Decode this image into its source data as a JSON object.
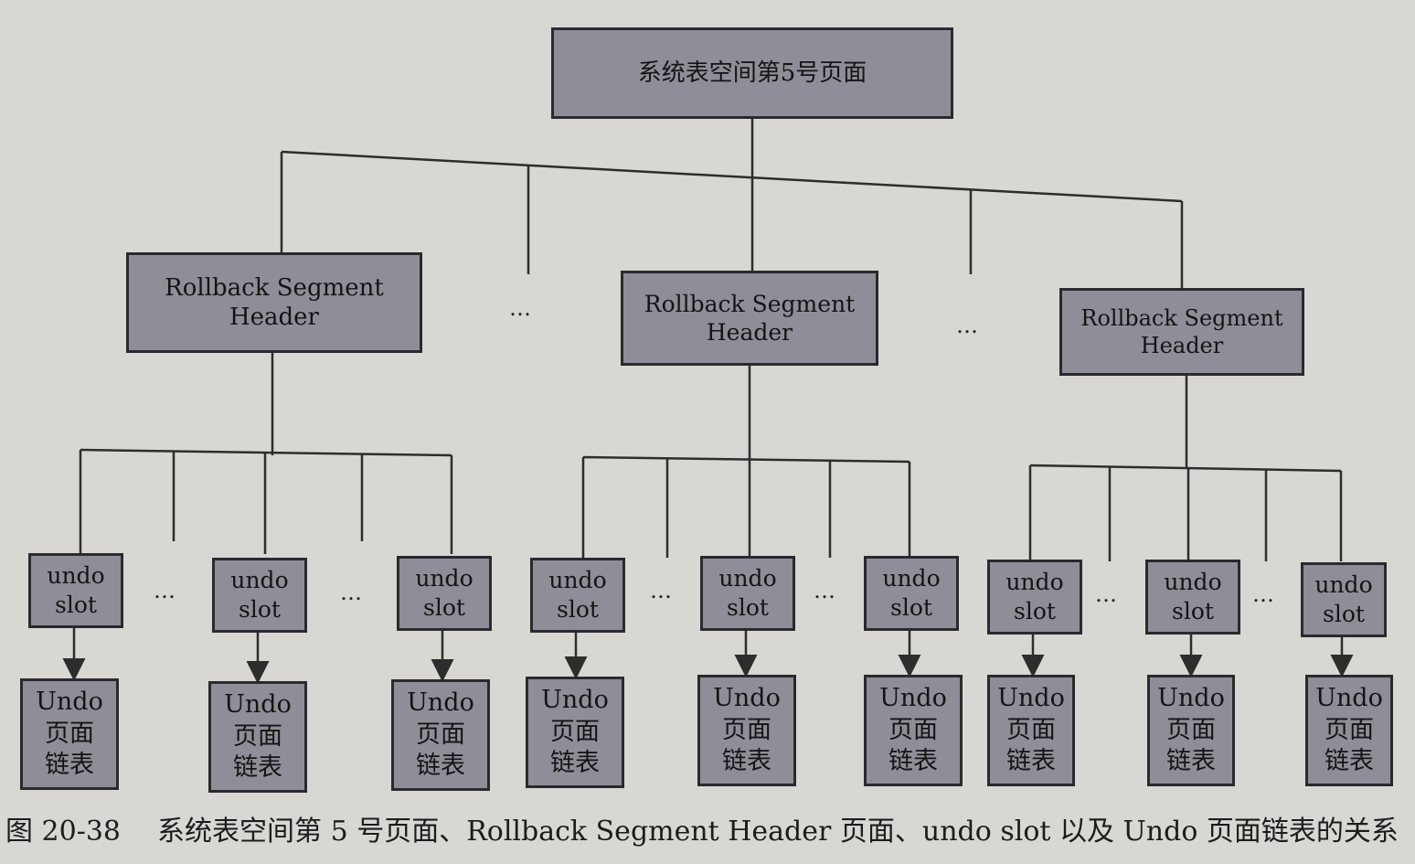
{
  "root": {
    "label": "系统表空间第5号页面"
  },
  "segment_headers": [
    {
      "label": "Rollback Segment Header"
    },
    {
      "label": "Rollback Segment Header"
    },
    {
      "label": "Rollback Segment Header"
    }
  ],
  "undo_slot_label": "undo slot",
  "undo_page_list_label": "Undo 页面 链表",
  "ellipsis": "…",
  "caption": {
    "number": "图 20-38",
    "text": "系统表空间第 5 号页面、Rollback Segment Header 页面、undo slot 以及 Undo 页面链表的关系"
  }
}
